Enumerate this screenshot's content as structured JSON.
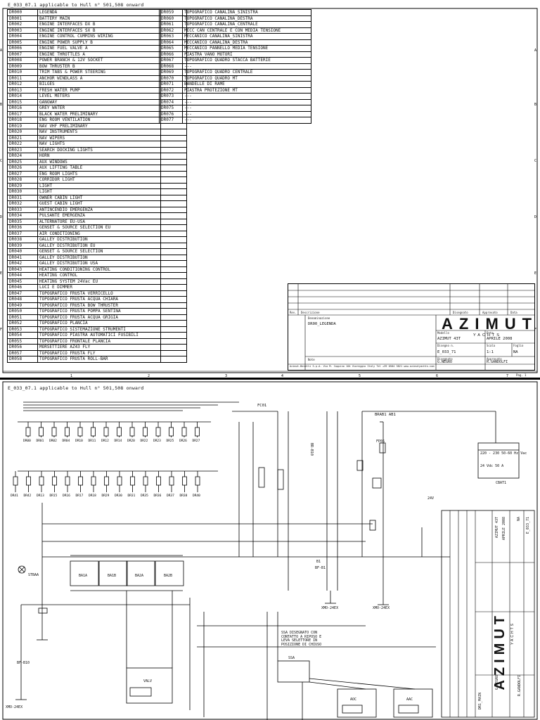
{
  "sheet1": {
    "header": "E_033_07.1 applicable to Hull n° 501,508 onward",
    "legend_left": [
      [
        "DR000",
        "LEGENDA"
      ],
      [
        "DR001",
        "BATTERY MAIN"
      ],
      [
        "DR002",
        "ENGINE INTERFACES DX B"
      ],
      [
        "DR003",
        "ENGINE INTERFACES SX B"
      ],
      [
        "DR004",
        "ENGINE CONTROL CUMMINS WIRING"
      ],
      [
        "DR005",
        "ENGINE POWER SUPPLY B"
      ],
      [
        "DR006",
        "ENGINE FUEL VALVE A"
      ],
      [
        "DR007",
        "ENGINE THROTTLES A"
      ],
      [
        "DR008",
        "POWER BRANCH & 12V SOCKET"
      ],
      [
        "DR009",
        "BOW THRUSTER B"
      ],
      [
        "DR010",
        "TRIM TABS & POWER STEERING"
      ],
      [
        "DR011",
        "ANCHOR WINDLASS A"
      ],
      [
        "DR012",
        "BILGES"
      ],
      [
        "DR013",
        "FRESH WATER PUMP"
      ],
      [
        "DR014",
        "LEVEL METERS"
      ],
      [
        "DR015",
        "GANGWAY"
      ],
      [
        "DR016",
        "GREY WATER"
      ],
      [
        "DR017",
        "BLACK WATER PRELIMINARY"
      ],
      [
        "DR018",
        "ENG ROOM VENTILATION"
      ],
      [
        "DR019",
        "NAV VHF PRELIMINARY"
      ],
      [
        "DR020",
        "NAV INSTRUMENTS"
      ],
      [
        "DR021",
        "NAV WIPERS"
      ],
      [
        "DR022",
        "NAV LIGHTS"
      ],
      [
        "DR023",
        "SEARCH DOCKING LIGHTS"
      ],
      [
        "DR024",
        "HORN"
      ],
      [
        "DR025",
        "AUX WINDOWS"
      ],
      [
        "DR026",
        "AUX LIFTING TABLE"
      ],
      [
        "DR027",
        "ENG ROOM LIGHTS"
      ],
      [
        "DR028",
        "CORRIDOR LIGHT"
      ],
      [
        "DR029",
        "LIGHT"
      ],
      [
        "DR030",
        "LIGHT"
      ],
      [
        "DR031",
        "OWNER CABIN LIGHT"
      ],
      [
        "DR032",
        "GUEST CABIN LIGHT"
      ],
      [
        "DR033",
        "ANTINCENDIO EMERGENZA"
      ],
      [
        "DR034",
        "PULSANTE EMERGENZA"
      ],
      [
        "DR035",
        "ALTERNATORE EU-USA"
      ],
      [
        "DR036",
        "GENSET & SOURCE SELECTION EU"
      ],
      [
        "DR037",
        "AIR CONDITIONING"
      ],
      [
        "DR038",
        "GALLEY DISTRIBUTION"
      ],
      [
        "DR039",
        "GALLEY DISTRIBUTION EU"
      ],
      [
        "DR040",
        "GENSET & SOURCE SELECTION"
      ],
      [
        "DR041",
        "GALLEY DISTRIBUTION"
      ],
      [
        "DR042",
        "GALLEY DISTRIBUTION USA"
      ],
      [
        "DR043",
        "HEATING CONDITIONING CONTROL"
      ],
      [
        "DR044",
        "HEATING CONTROL"
      ],
      [
        "DR045",
        "HEATING SYSTEM 24Vac EU"
      ],
      [
        "DR046",
        "LUCI E DIMMER"
      ],
      [
        "DR047",
        "TOPOGRAFICO FRUSTA VERRICELLO"
      ],
      [
        "DR048",
        "TOPOGRAFICO FRUSTA ACQUA CHIARA"
      ],
      [
        "DR049",
        "TOPOGRAFICO FRUSTA BOW THRUSTER"
      ],
      [
        "DR050",
        "TOPOGRAFICO FRUSTA POMPA SENTINA"
      ],
      [
        "DR051",
        "TOPOGRAFICO FRUSTA ACQUA GRIGIA"
      ],
      [
        "DR052",
        "TOPOGRAFICO PLANCIA"
      ],
      [
        "DR053",
        "TOPOGRAFICO SISTEMAZIONE STRUMENTI"
      ],
      [
        "DR054",
        "TOPOGRAFICO PIASTRA AUTOMATICI FUSIBILI"
      ],
      [
        "DR055",
        "TOPOGRAFICO FRONTALE PLANCIA"
      ],
      [
        "DR056",
        "MORSETTIERE AZ43 FLY"
      ],
      [
        "DR057",
        "TOPOGRAFICO FRUSTA FLY"
      ],
      [
        "DR058",
        "TOPOGRAFICO FRUSTA ROLL-BAR"
      ]
    ],
    "legend_right": [
      [
        "DR059",
        "TOPOGRAFICO CANALINA_SINISTRA"
      ],
      [
        "DR060",
        "TOPOGRAFICO CANALINA_DESTRA"
      ],
      [
        "DR061",
        "TOPOGRAFICO CANALINA_CENTRALE"
      ],
      [
        "DR062",
        "MECC CAN CENTRALE E CON MEDIA TENSIONE"
      ],
      [
        "DR063",
        "MECCANICO CANALINA_SINISTRA"
      ],
      [
        "DR064",
        "MECCANICO CANALINA_DESTRA"
      ],
      [
        "DR065",
        "MECCANICO PANNELLO MEDIA TENSIONE"
      ],
      [
        "DR066",
        "PIASTRA VANO MOTORI"
      ],
      [
        "DR067",
        "TOPOGRAFICO QUADRO STACCA BATTERIE"
      ],
      [
        "DR068",
        "---"
      ],
      [
        "DR069",
        "TOPOGRAFICO QUADRO CENTRALE"
      ],
      [
        "DR070",
        "TOPOGRAFICO QUADRO MT"
      ],
      [
        "DR071",
        "BANDELLE DI RAME"
      ],
      [
        "DR072",
        "PIASTRA PROTEZIONE MT"
      ],
      [
        "DR073",
        "---"
      ],
      [
        "DR074",
        "---"
      ],
      [
        "DR075",
        "---"
      ],
      [
        "DR076",
        "---"
      ],
      [
        "DR077",
        "---"
      ]
    ],
    "title_block": {
      "rev_label": "Rev.",
      "descr_label": "Descrizione",
      "drawn_label": "Disegnato",
      "approved_label": "Approvato",
      "date_label": "Data",
      "denomination_label": "Denominazione",
      "denomination": "DR00_LEGENDA",
      "brand": "AZIMUT",
      "brand_sub": "YACHTS",
      "model_label": "Modello",
      "model": "AZIMUT 43T",
      "data_label": "Data",
      "data": "APRILE 2008",
      "drawing_label": "Disegno n.",
      "drawing": "E_033_71",
      "scale_label": "Scala",
      "scale": "1:1",
      "sheet_label": "Foglio",
      "sheet": "NA",
      "note_label": "Note",
      "drawer_label": "Disegnato",
      "drawer": "G.NEGRO",
      "approver_label": "Approvato",
      "approver": "R.GANDOLFI",
      "company_line": "Azimut-Benetti S.p.A. Via M. Coppino 104 Viareggio Italy Tel +39 0584 3821 www.azimutyachts.com",
      "page": "Pag. 1"
    }
  },
  "sheet2": {
    "header": "E_033_07.1 applicable to Hull n° 501,508 onward",
    "fuse_top": [
      "DR00",
      "DR01",
      "DR02",
      "DR04",
      "DR10",
      "DR11",
      "DR12",
      "DR14",
      "DR20",
      "DR22",
      "DR23",
      "DR25",
      "DR26",
      "DR27"
    ],
    "fuse_mid": [
      "DR41",
      "DR42",
      "DR13",
      "DR15",
      "DR16",
      "DR17",
      "DR18",
      "DR29",
      "DR30",
      "DR31",
      "DR35",
      "DR36",
      "DR37",
      "DR38",
      "DR40"
    ],
    "batteries": [
      "BA1A",
      "BA1B",
      "BA2A",
      "BA2B"
    ],
    "labels": {
      "fc01": "FC01",
      "fp05": "FP05",
      "ba1": "BRAB1  AB1",
      "sto": "STBAA",
      "bf_b10": "BF-B10",
      "xmo1": "XMO-24EX",
      "xmo2": "XMO-24EX",
      "xmo3": "XMO-24EX",
      "hyp": "BR-B10",
      "feeder_title": "220 - 230 50-60 Hz  Vac",
      "feeder_sub": "24 Vdc     50 A",
      "feeder_tag": "CBAT1",
      "valv": "VALV",
      "ac1": "AOC",
      "ac2": "AAC",
      "note": "SSA DISEGNATO CON CONTATTO A RIPOSO  E LEVA SELETTORE IN POSIZIONE DI CHIUSO",
      "ssa": "SSA",
      "b1": "B1",
      "bf_b1": "BF-B1",
      "ret": "24V"
    },
    "title_block": {
      "brand": "AZIMUT",
      "brand_sub": "YACHTS",
      "model": "AZIMUT 43T",
      "date": "APRILE 2008",
      "scale": "NA",
      "drawing": "E_033_71",
      "drawer": "G.NEGRO",
      "approver": "R.GANDOLFI",
      "bottom_tag": "DR1_MAIN"
    }
  }
}
